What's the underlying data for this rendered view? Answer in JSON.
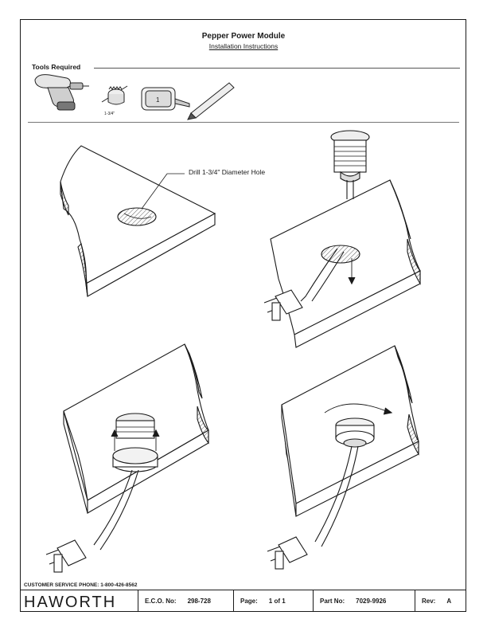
{
  "header": {
    "title": "Pepper Power Module",
    "subtitle": "Installation Instructions"
  },
  "tools": {
    "label": "Tools Required",
    "hole_saw_caption": "1-3/4\"",
    "icons": [
      "drill-icon",
      "hole-saw-icon",
      "tape-measure-icon",
      "pencil-icon"
    ]
  },
  "steps": {
    "step1_callout": "Drill 1-3/4\" Diameter Hole"
  },
  "footer": {
    "phone": "CUSTOMER SERVICE PHONE: 1-800-426-8562",
    "logo": "HAWORTH",
    "eco_label": "E.C.O. No:",
    "eco_value": "298-728",
    "page_label": "Page:",
    "page_value": "1 of 1",
    "part_label": "Part No:",
    "part_value": "7029-9926",
    "rev_label": "Rev:",
    "rev_value": "A"
  }
}
